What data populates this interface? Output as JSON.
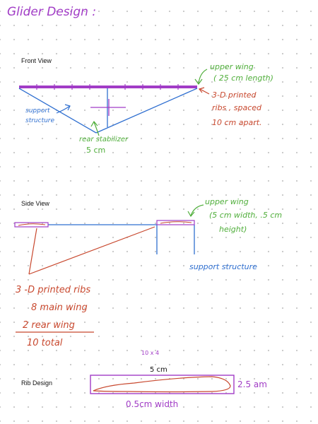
{
  "title": "Glider Design :",
  "front_view": {
    "heading": "Front View",
    "upper_wing_line1": "upper wing",
    "upper_wing_line2": "( 25 cm length)",
    "ribs_line1": "3-D printed",
    "ribs_line2": "ribs , spaced",
    "ribs_line3": "10 cm apart.",
    "support_line1": "support",
    "support_line2": "structure",
    "stabilizer_line1": "rear stabilizer",
    "stabilizer_line2": "5 cm"
  },
  "side_view": {
    "heading": "Side View",
    "upper_wing_line1": "upper wing",
    "upper_wing_line2": "(5 cm width, .5 cm",
    "upper_wing_line3": "height)",
    "support_label": "support structure",
    "ribs_line1": "3 -D printed ribs",
    "ribs_line2": "8 main wing",
    "ribs_line3": "2 rear wing",
    "ribs_line4": "10 total"
  },
  "rib_design": {
    "heading": "Rib Design",
    "count_note": "10 x 4",
    "width_label": "5 cm",
    "height_label": "2.5 am",
    "bottom_label": "0.5cm width"
  },
  "colors": {
    "purple": "#a13cc6",
    "blue": "#2f6fd0",
    "green": "#4fae3a",
    "red": "#c8482e"
  }
}
